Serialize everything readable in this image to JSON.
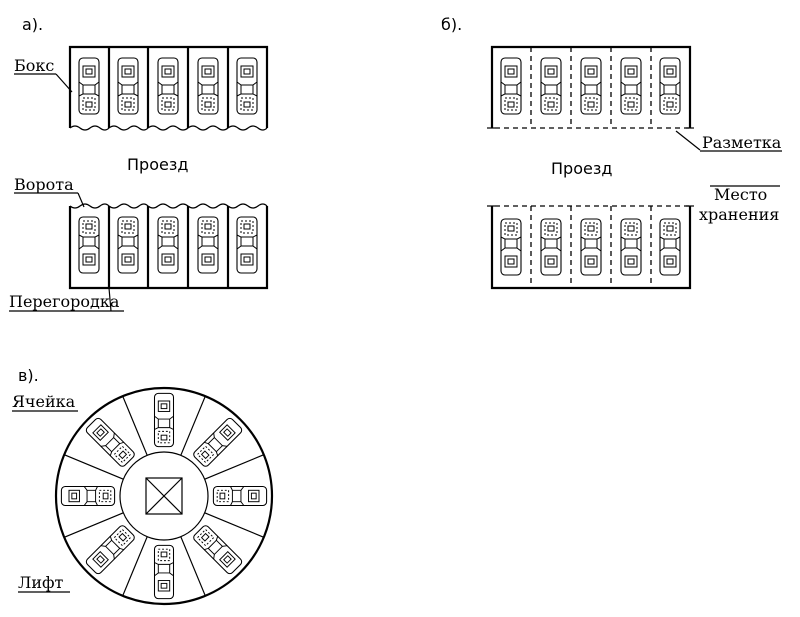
{
  "panel_a": {
    "label": "а).",
    "box": "Бокс",
    "passage": "Проезд",
    "gate": "Ворота",
    "partition": "Перегородка"
  },
  "panel_b": {
    "label": "б).",
    "marking": "Разметка",
    "passage": "Проезд",
    "place_line1": "Место",
    "place_line2": "хранения"
  },
  "panel_c": {
    "label": "в).",
    "cell": "Ячейка",
    "lift": "Лифт"
  }
}
